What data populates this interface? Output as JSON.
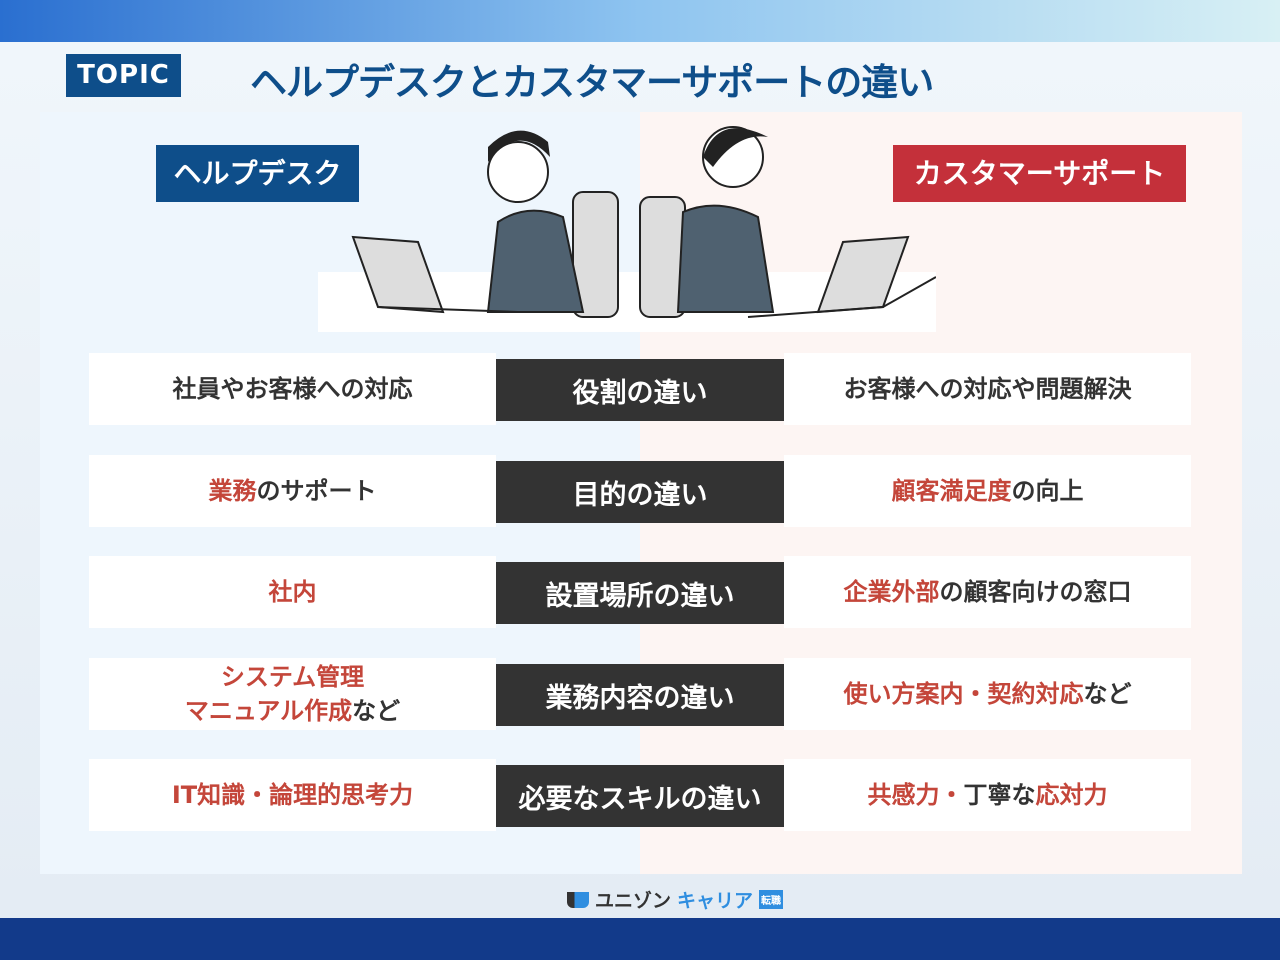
{
  "topic_label": "TOPIC",
  "title": "ヘルプデスクとカスタマーサポートの違い",
  "left_tag": "ヘルプデスク",
  "right_tag": "カスタマーサポート",
  "rows": [
    {
      "label": "役割の違い",
      "left": [
        {
          "t": "社員やお客様への対応",
          "red": false
        }
      ],
      "right": [
        {
          "t": "お客様への対応や問題解決",
          "red": false
        }
      ]
    },
    {
      "label": "目的の違い",
      "left": [
        {
          "t": "業務",
          "red": true
        },
        {
          "t": "のサポート",
          "red": false
        }
      ],
      "right": [
        {
          "t": "顧客満足度",
          "red": true
        },
        {
          "t": "の向上",
          "red": false
        }
      ]
    },
    {
      "label": "設置場所の違い",
      "left": [
        {
          "t": "社内",
          "red": true
        }
      ],
      "right": [
        {
          "t": "企業外部",
          "red": true
        },
        {
          "t": "の顧客向けの窓口",
          "red": false
        }
      ]
    },
    {
      "label": "業務内容の違い",
      "left": [
        {
          "t": "システム管理",
          "red": true,
          "br": true
        },
        {
          "t": "マニュアル作成",
          "red": true
        },
        {
          "t": "など",
          "red": false
        }
      ],
      "right": [
        {
          "t": "使い方案内・契約対応",
          "red": true
        },
        {
          "t": "など",
          "red": false
        }
      ]
    },
    {
      "label": "必要なスキルの違い",
      "left": [
        {
          "t": "IT知識・論理的思考力",
          "red": true
        }
      ],
      "right": [
        {
          "t": "共感力・",
          "red": true
        },
        {
          "t": "丁寧な",
          "red": false
        },
        {
          "t": "応対力",
          "red": true
        }
      ]
    }
  ],
  "logo": {
    "main": "ユニゾン",
    "accent": "キャリア",
    "badge": "転職"
  }
}
